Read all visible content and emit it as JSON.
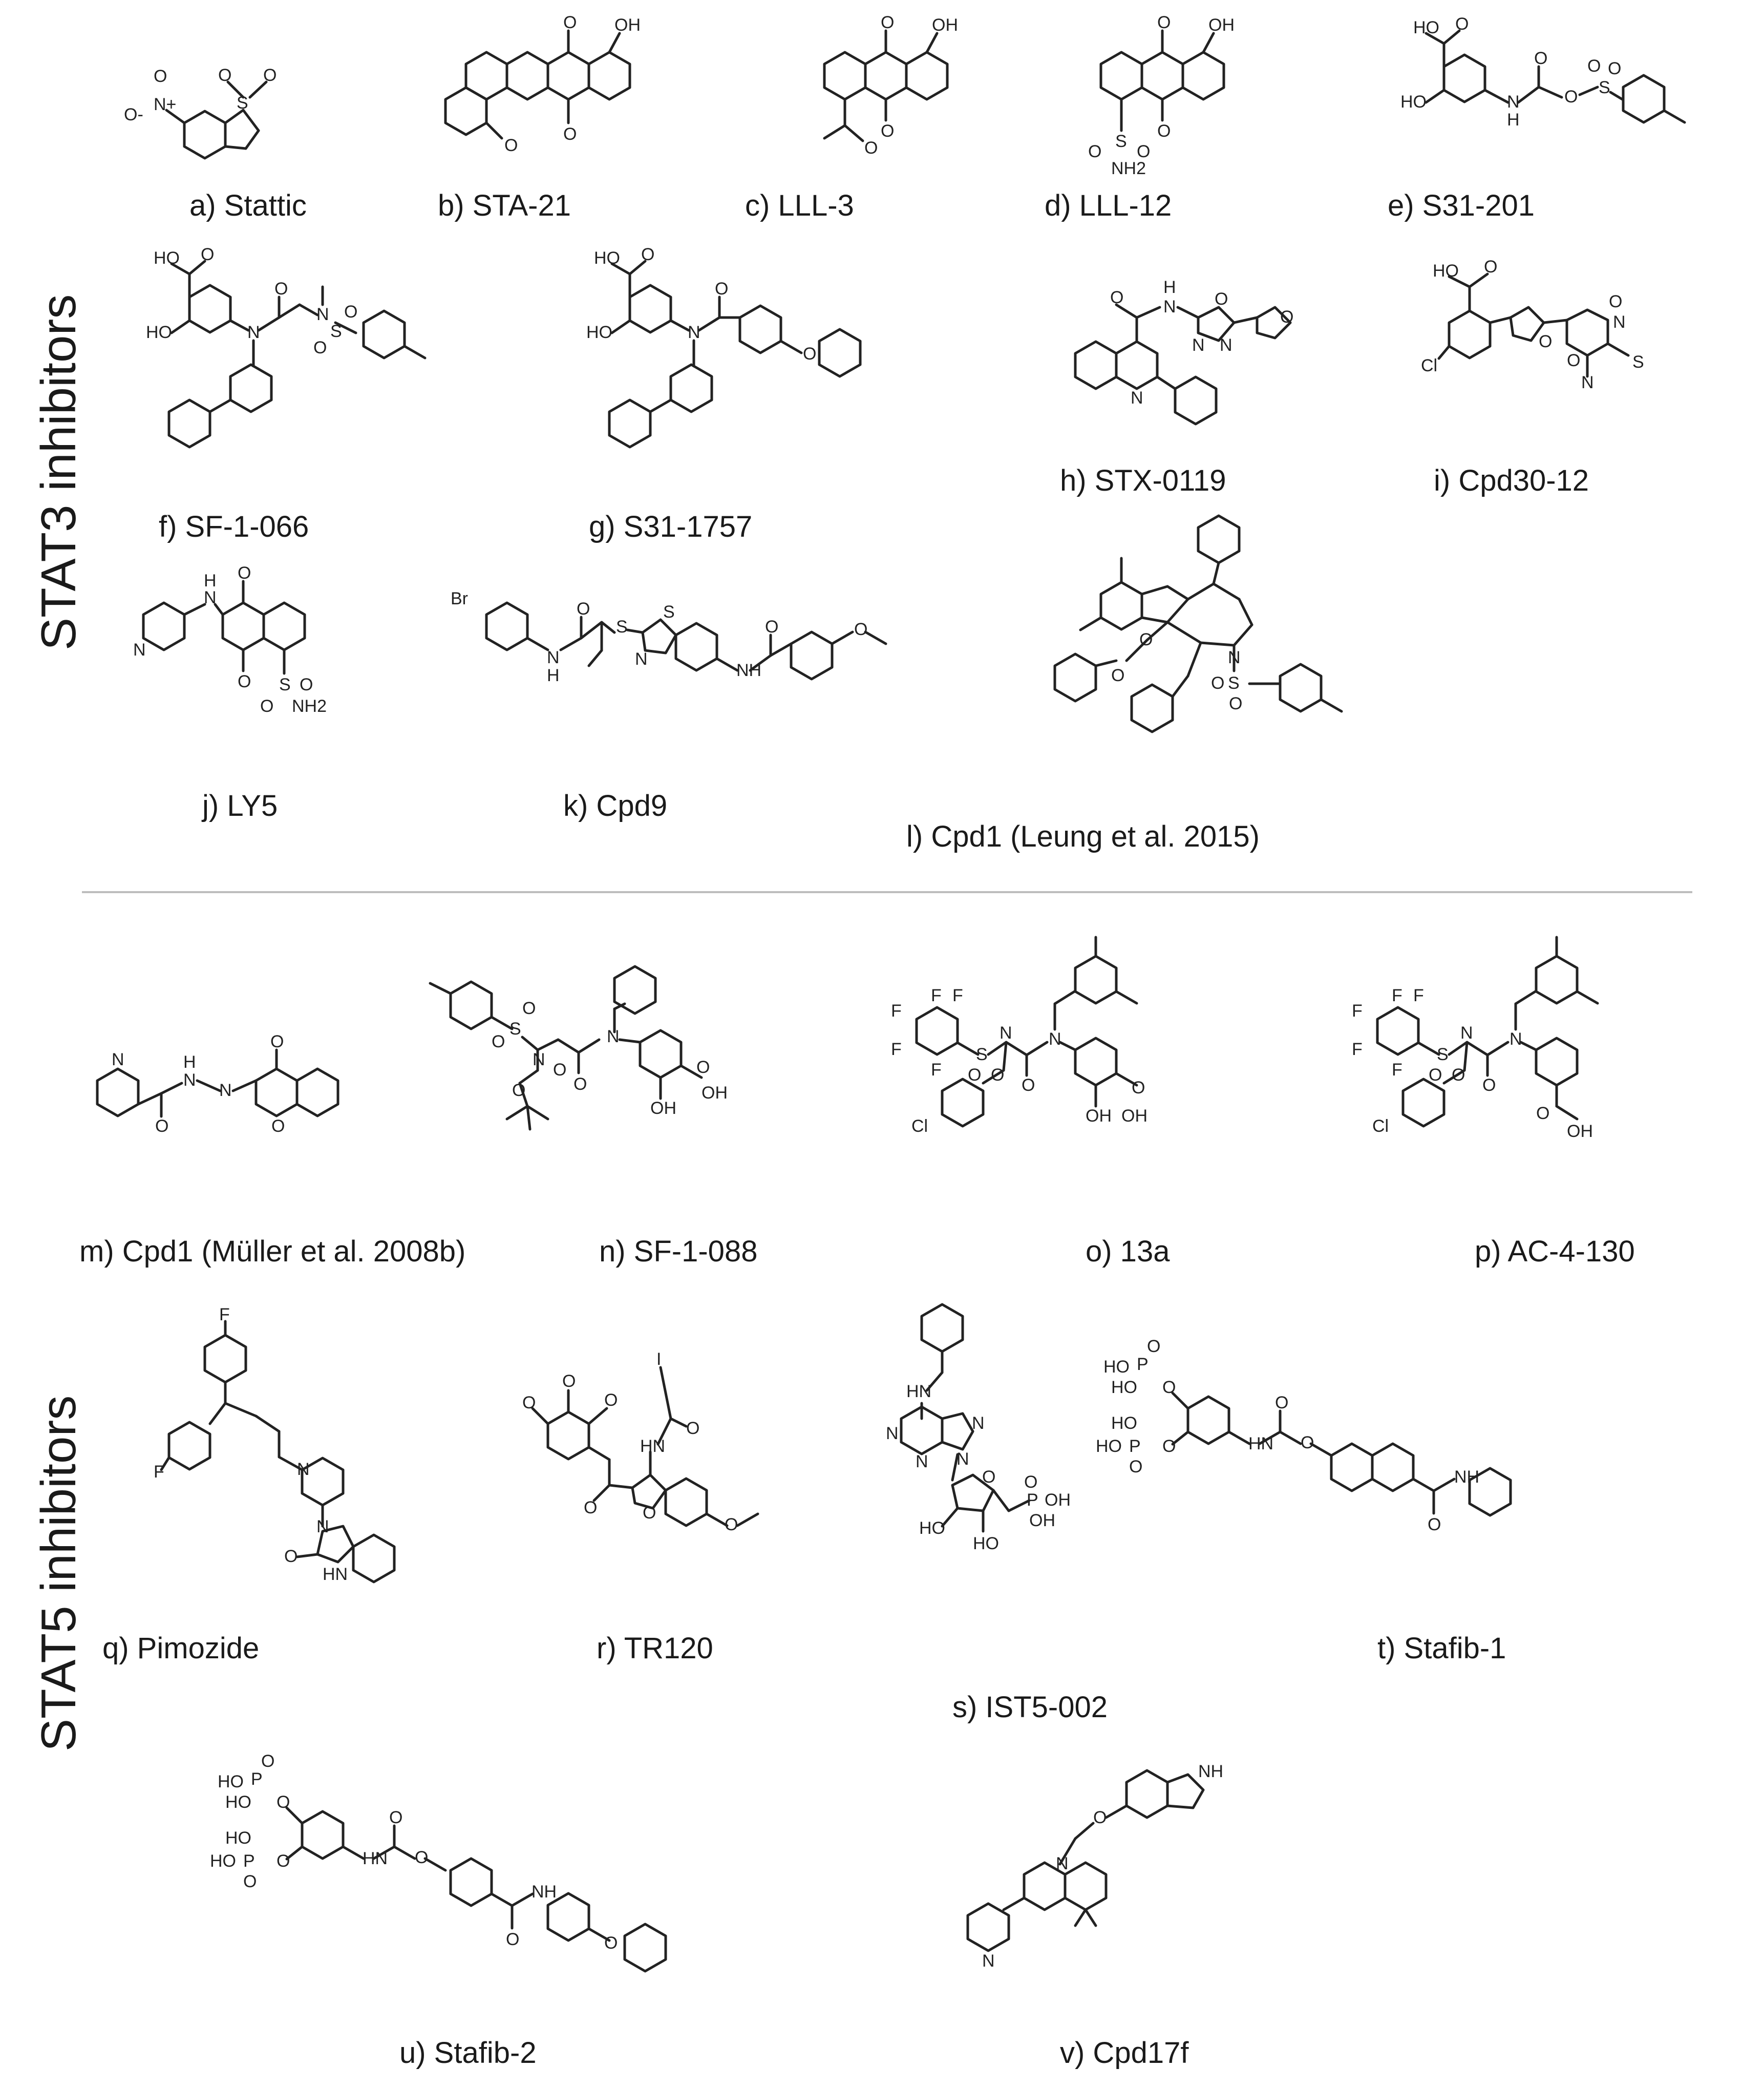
{
  "sections": {
    "stat3": "STAT3 inhibitors",
    "stat5": "STAT5 inhibitors"
  },
  "compounds": [
    {
      "label": "a) Stattic"
    },
    {
      "label": "b) STA-21"
    },
    {
      "label": "c) LLL-3"
    },
    {
      "label": "d) LLL-12"
    },
    {
      "label": "e) S31-201"
    },
    {
      "label": "f) SF-1-066"
    },
    {
      "label": "g) S31-1757"
    },
    {
      "label": "h) STX-0119"
    },
    {
      "label": "i) Cpd30-12"
    },
    {
      "label": "j) LY5"
    },
    {
      "label": "k) Cpd9"
    },
    {
      "label": "l) Cpd1 (Leung et al. 2015)"
    },
    {
      "label": "m) Cpd1 (Müller et al. 2008b)"
    },
    {
      "label": "n) SF-1-088"
    },
    {
      "label": "o) 13a"
    },
    {
      "label": "p) AC-4-130"
    },
    {
      "label": "q) Pimozide"
    },
    {
      "label": "r) TR120"
    },
    {
      "label": "s) IST5-002"
    },
    {
      "label": "t) Stafib-1"
    },
    {
      "label": "u) Stafib-2"
    },
    {
      "label": "v) Cpd17f"
    }
  ],
  "atoms": {
    "O": "O",
    "OH": "OH",
    "HO": "HO",
    "N": "N",
    "H": "H",
    "NH": "NH",
    "HN": "HN",
    "NH2": "NH2",
    "S": "S",
    "F": "F",
    "Cl": "Cl",
    "Br": "Br",
    "I": "I",
    "P": "P",
    "N_plus": "N+",
    "O_minus": "O-"
  }
}
